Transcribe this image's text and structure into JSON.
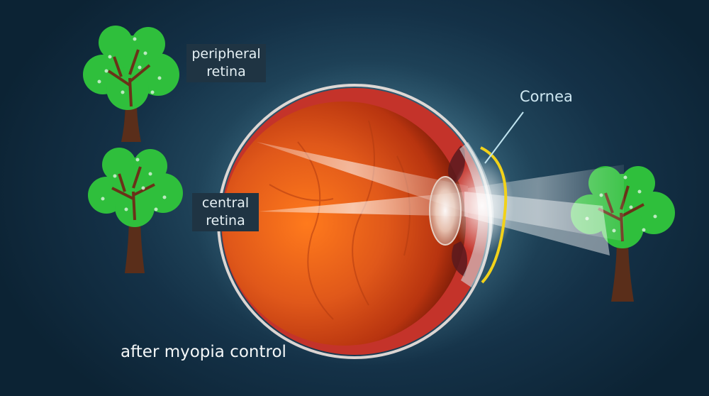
{
  "labels": {
    "peripheral": [
      "peripheral",
      "retina"
    ],
    "central": [
      "central",
      "retina"
    ],
    "cornea": "Cornea"
  },
  "caption": "after myopia control",
  "colors": {
    "eye_interior": "#e0581a",
    "cornea_line": "#f2d21a",
    "foliage": "#2fbf3c",
    "trunk": "#5a2e1a",
    "label_bg": "#1f3443"
  }
}
